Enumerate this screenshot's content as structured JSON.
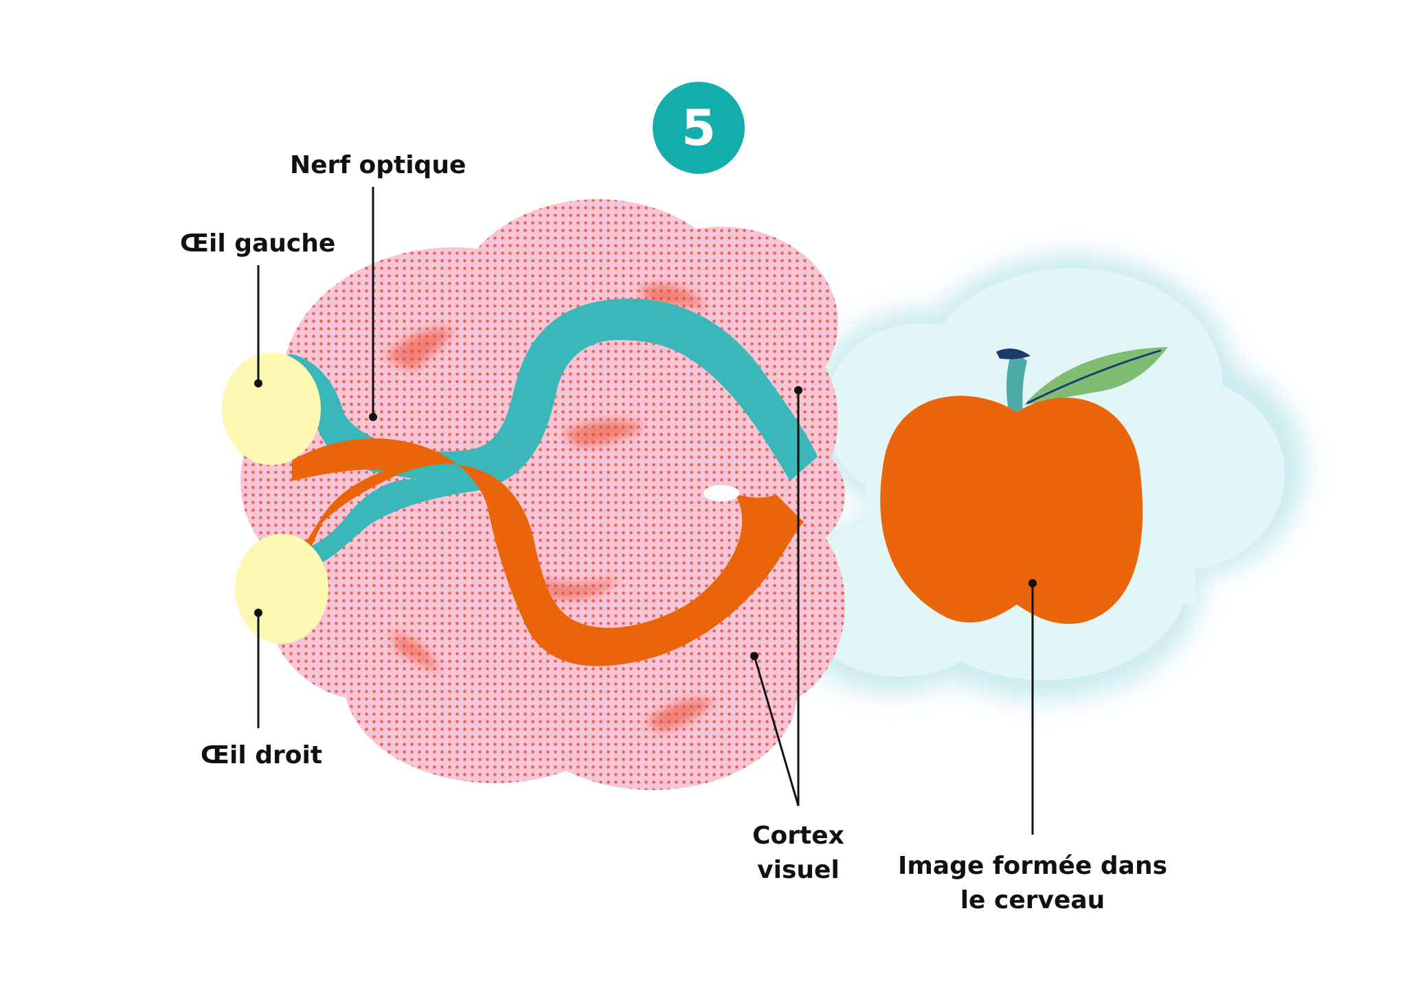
{
  "step": {
    "number": "5"
  },
  "labels": {
    "left_eye": "Œil gauche",
    "optic_nerve": "Nerf optique",
    "right_eye": "Œil droit",
    "visual_cortex_line1": "Cortex",
    "visual_cortex_line2": "visuel",
    "image_line1": "Image formée dans",
    "image_line2": "le cerveau"
  },
  "colors": {
    "badge": "#13aeab",
    "brain_pink": "#f6c6d8",
    "brain_dots": "#e8513a",
    "nerve_teal": "#3ab8b9",
    "nerve_orange": "#ea6409",
    "eye_yellow": "#fdf8b2",
    "cloud_blue": "#d7f0f3",
    "apple_orange": "#ea6409",
    "leaf_green": "#7fbe72",
    "stem_teal": "#4dada6"
  }
}
